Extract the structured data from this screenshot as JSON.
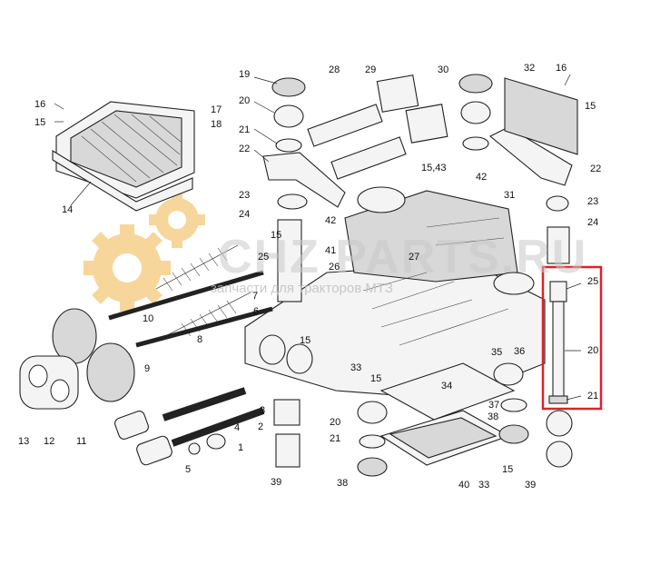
{
  "watermark": {
    "title": "CHZ PARTS.RU",
    "subtitle": "запчасти для тракторов МТЗ"
  },
  "highlight": {
    "color": "#e0202a",
    "parts": [
      "25",
      "20",
      "21"
    ]
  },
  "callouts": [
    "1",
    "2",
    "3",
    "4",
    "5",
    "6",
    "7",
    "8",
    "9",
    "10",
    "11",
    "12",
    "13",
    "14",
    "15",
    "15",
    "15",
    "15",
    "15",
    "15",
    "15,43",
    "16",
    "16",
    "17",
    "18",
    "19",
    "20",
    "20",
    "20",
    "21",
    "21",
    "21",
    "22",
    "22",
    "23",
    "23",
    "24",
    "24",
    "25",
    "25",
    "26",
    "27",
    "28",
    "29",
    "30",
    "31",
    "32",
    "33",
    "33",
    "34",
    "35",
    "36",
    "37",
    "38",
    "38",
    "39",
    "39",
    "40",
    "41",
    "42",
    "42"
  ]
}
